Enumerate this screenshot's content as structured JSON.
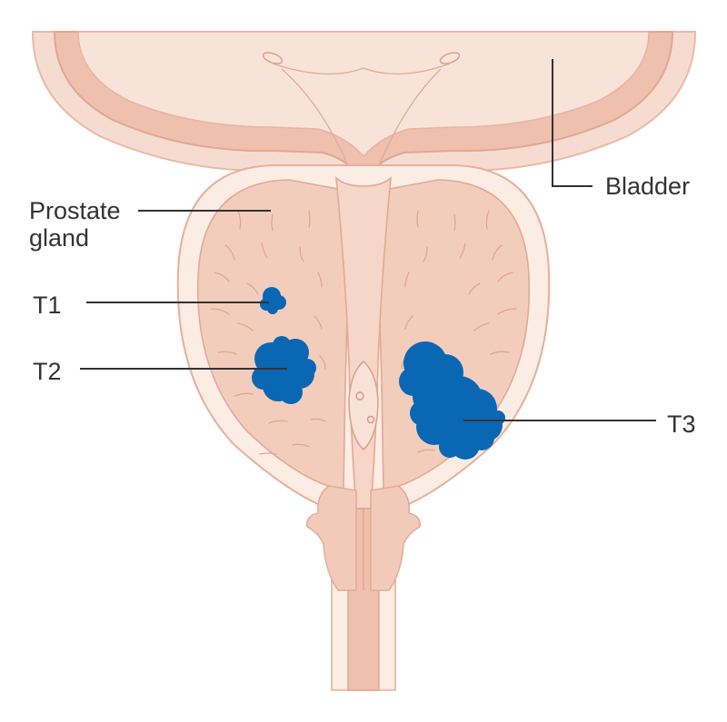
{
  "labels": {
    "bladder": "Bladder",
    "prostate_line1": "Prostate",
    "prostate_line2": "gland",
    "t1": "T1",
    "t2": "T2",
    "t3": "T3"
  },
  "colors": {
    "tissue_outer": "#f6dcd0",
    "tissue_light": "#fbece4",
    "bladder_wall": "#efc0ad",
    "gland": "#f1c9b7",
    "gland_fibre": "#e3a995",
    "urethra": "#e8b3a1",
    "tumour": "#0a67b4",
    "text": "#333333"
  }
}
